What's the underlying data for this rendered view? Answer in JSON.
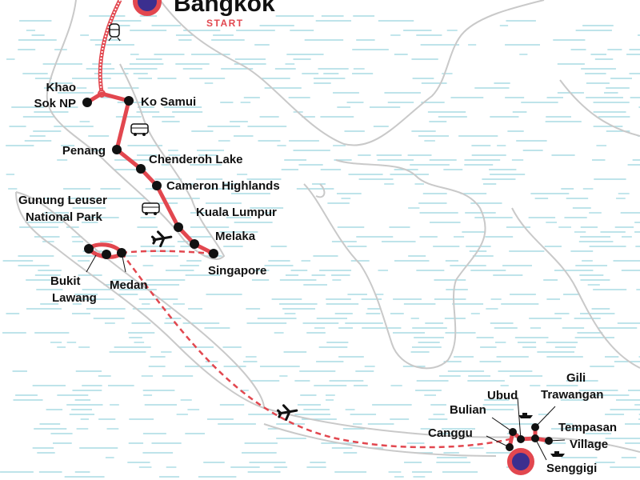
{
  "colors": {
    "route": "#e2474f",
    "marker_fill": "#3b2f8f",
    "stop": "#111111",
    "coast": "#c9c9c9",
    "water": "#a9dbe3"
  },
  "start": {
    "city": "Bangkok",
    "tag": "START"
  },
  "stops": {
    "khao_sok": [
      "Khao",
      "Sok NP"
    ],
    "ko_samui": "Ko Samui",
    "penang": "Penang",
    "chenderoh": "Chenderoh Lake",
    "cameron": "Cameron Highlands",
    "kuala_lumpur": "Kuala Lumpur",
    "melaka": "Melaka",
    "singapore": "Singapore",
    "gunung_leuser": [
      "Gunung Leuser",
      "National Park"
    ],
    "bukit_lawang": [
      "Bukit",
      "Lawang"
    ],
    "medan": "Medan",
    "canggu": "Canggu",
    "bulian": "Bulian",
    "ubud": "Ubud",
    "gili": [
      "Gili",
      "Trawangan"
    ],
    "tempasan": [
      "Tempasan",
      "Village"
    ],
    "senggigi": "Senggigi"
  },
  "icons": [
    "train-icon",
    "bus-icon",
    "plane-icon",
    "boat-icon"
  ]
}
